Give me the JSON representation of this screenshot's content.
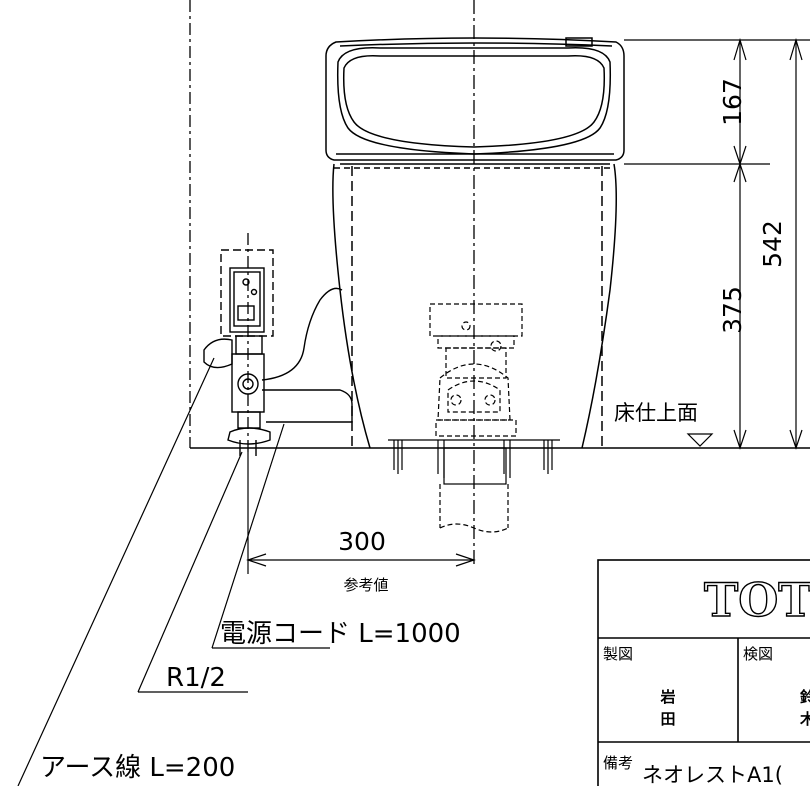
{
  "dimensions": {
    "lid_height": "167",
    "total_height": "542",
    "bowl_height": "375",
    "supply_offset": "300"
  },
  "labels": {
    "floor_finish": "床仕上面",
    "reference_value": "参考値",
    "power_cord": "電源コード L=1000",
    "pipe_thread": "R1/2",
    "earth_wire": "アース線 L=200"
  },
  "title_block": {
    "logo": "TOTO",
    "drawn_by_label": "製図",
    "drawn_by_name_1": "岩",
    "drawn_by_name_2": "田",
    "checked_by_label": "検図",
    "checked_by_name_1": "鈴",
    "checked_by_name_2": "木",
    "remarks_label": "備考",
    "remarks_value": "ネオレストA1("
  }
}
